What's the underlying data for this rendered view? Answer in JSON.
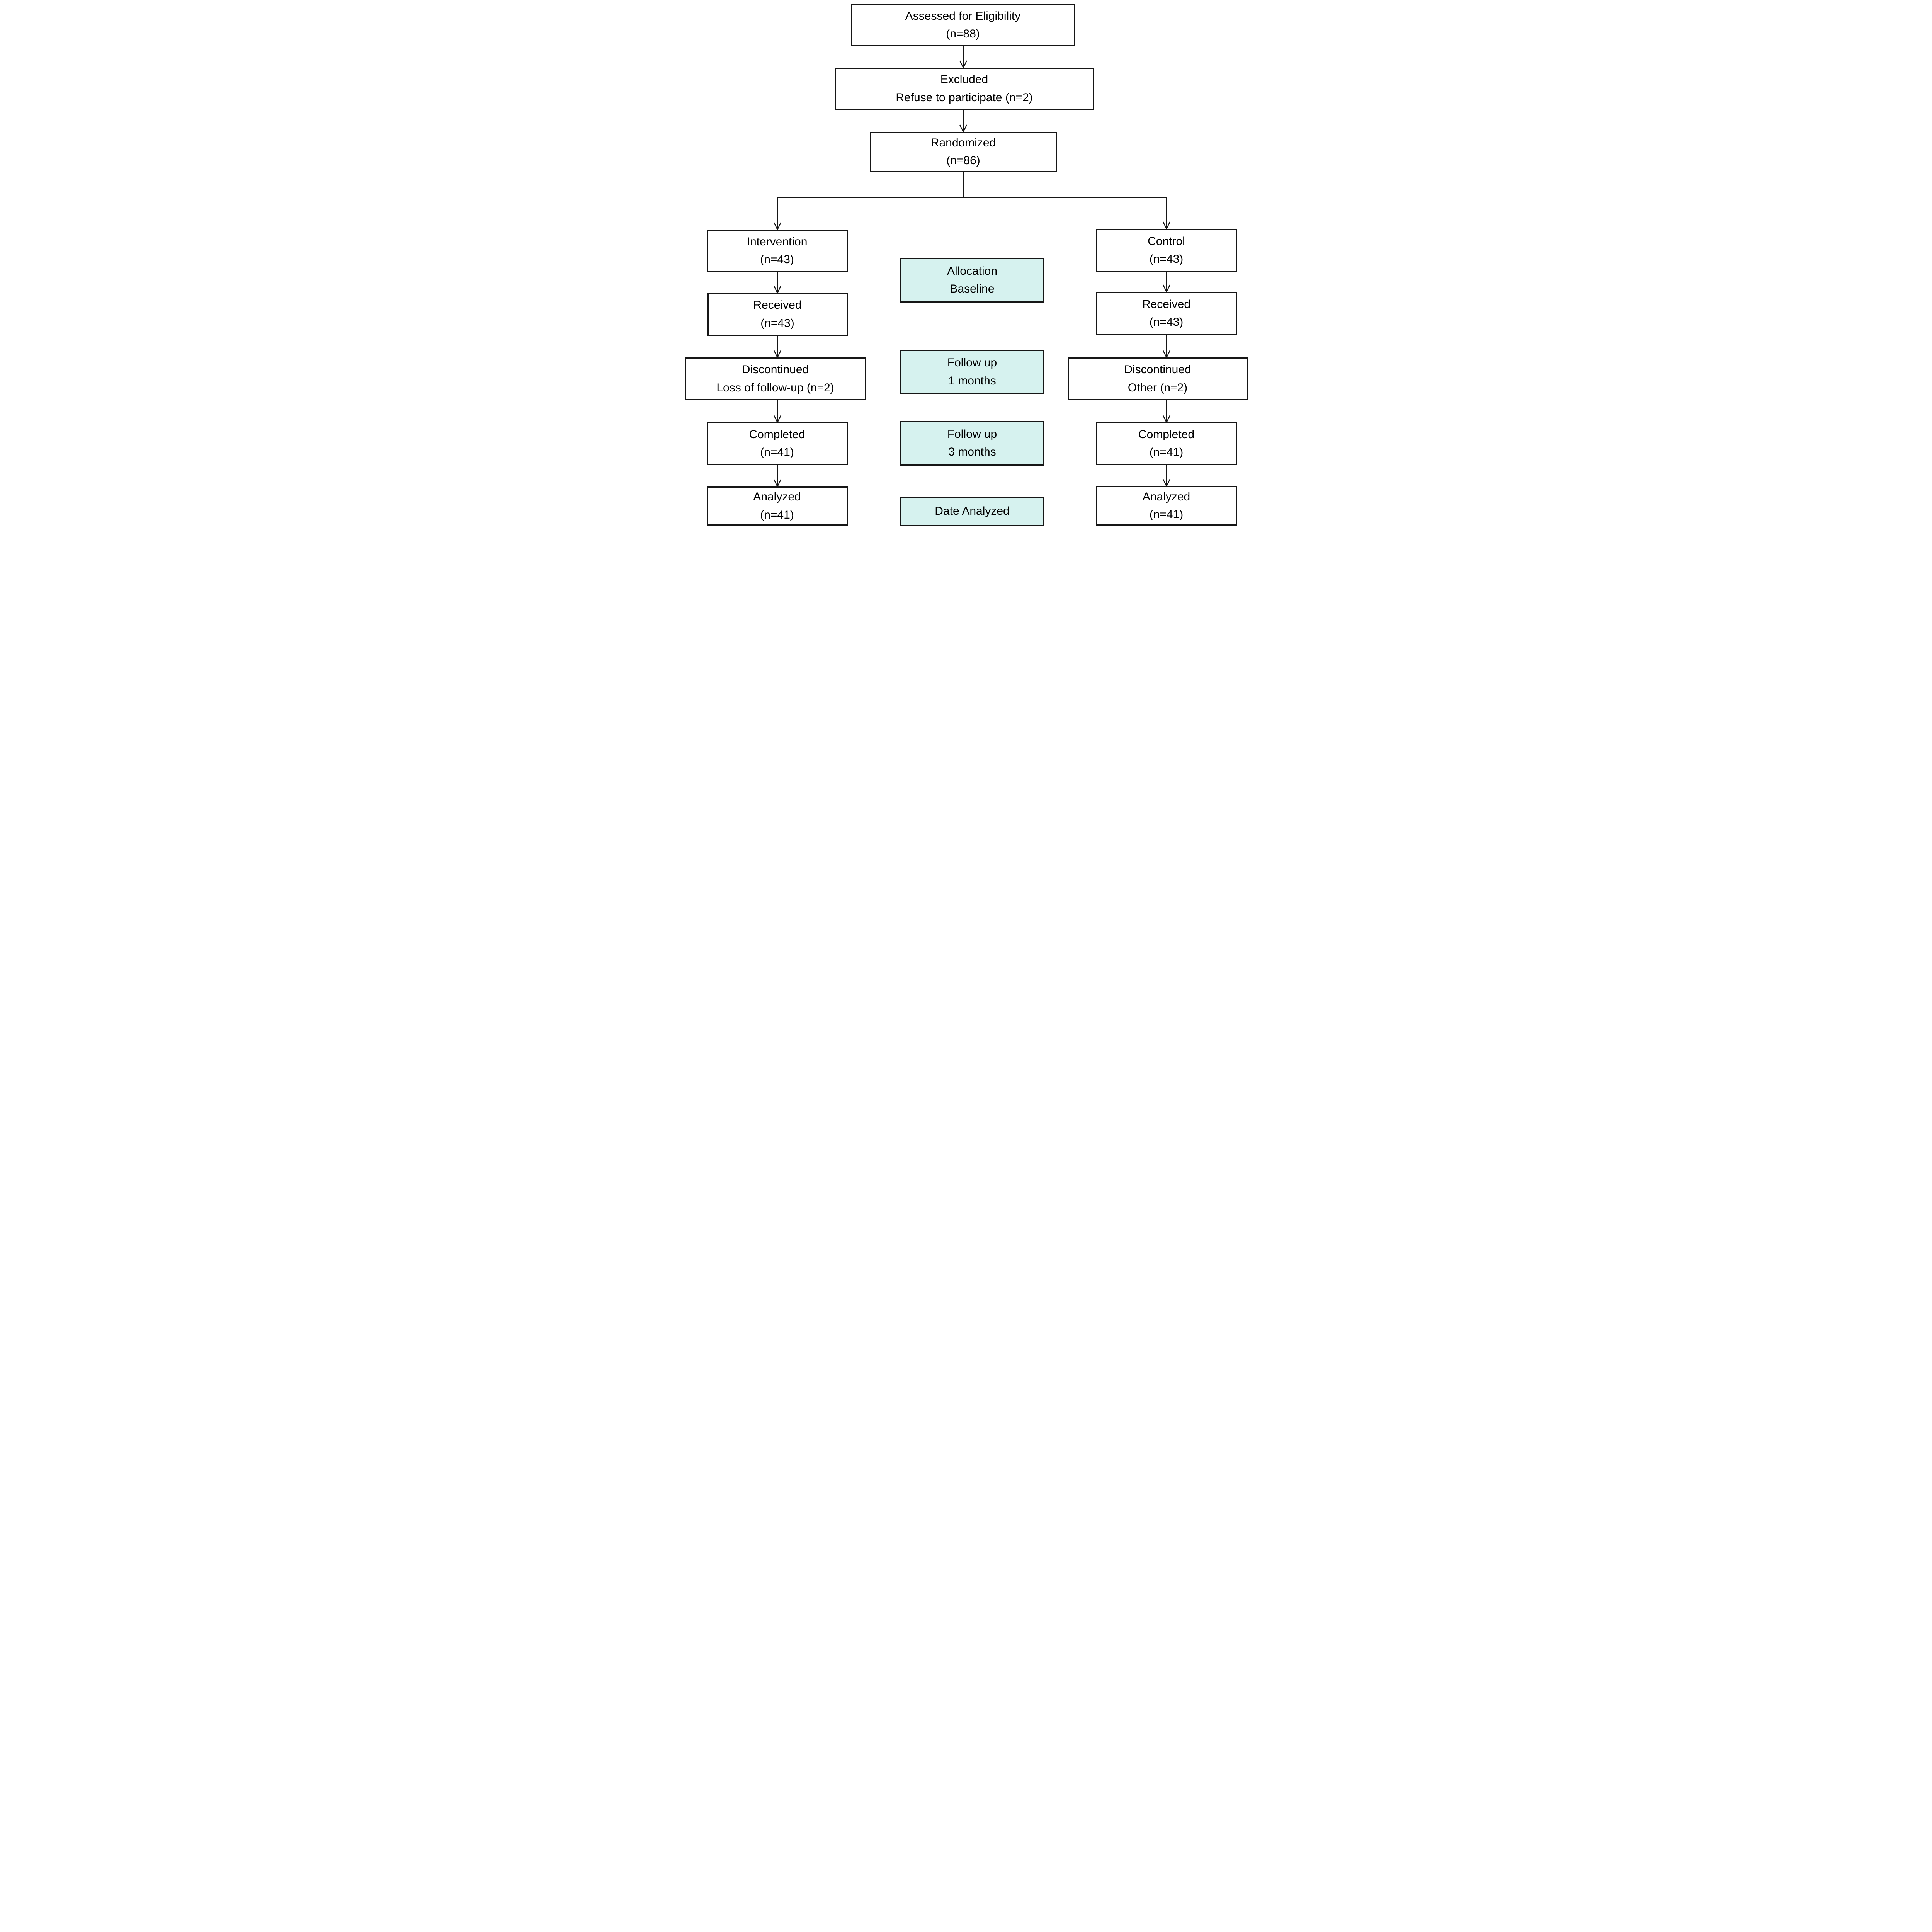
{
  "flow": {
    "assessed": {
      "line1": "Assessed for Eligibility",
      "line2": "(n=88)"
    },
    "excluded": {
      "line1": "Excluded",
      "line2": "Refuse to participate (n=2)"
    },
    "randomized": {
      "line1": "Randomized",
      "line2": "(n=86)"
    },
    "intervention": {
      "line1": "Intervention",
      "line2": "(n=43)"
    },
    "control": {
      "line1": "Control",
      "line2": "(n=43)"
    },
    "received_left": {
      "line1": "Received",
      "line2": "(n=43)"
    },
    "received_right": {
      "line1": "Received",
      "line2": "(n=43)"
    },
    "discontinued_left": {
      "line1": "Discontinued",
      "line2": "Loss of follow-up (n=2)"
    },
    "discontinued_right": {
      "line1": "Discontinued",
      "line2": "Other (n=2)"
    },
    "completed_left": {
      "line1": "Completed",
      "line2": "(n=41)"
    },
    "completed_right": {
      "line1": "Completed",
      "line2": "(n=41)"
    },
    "analyzed_left": {
      "line1": "Analyzed",
      "line2": "(n=41)"
    },
    "analyzed_right": {
      "line1": "Analyzed",
      "line2": "(n=41)"
    }
  },
  "milestones": {
    "allocation": {
      "line1": "Allocation",
      "line2": "Baseline"
    },
    "followup1": {
      "line1": "Follow up",
      "line2": "1 months"
    },
    "followup3": {
      "line1": "Follow up",
      "line2": "3 months"
    },
    "date_analyzed": {
      "line1": "Date Analyzed"
    }
  },
  "colors": {
    "milestone_fill": "#d6f2ef",
    "box_fill": "#ffffff",
    "line": "#161616",
    "text": "#000000"
  }
}
